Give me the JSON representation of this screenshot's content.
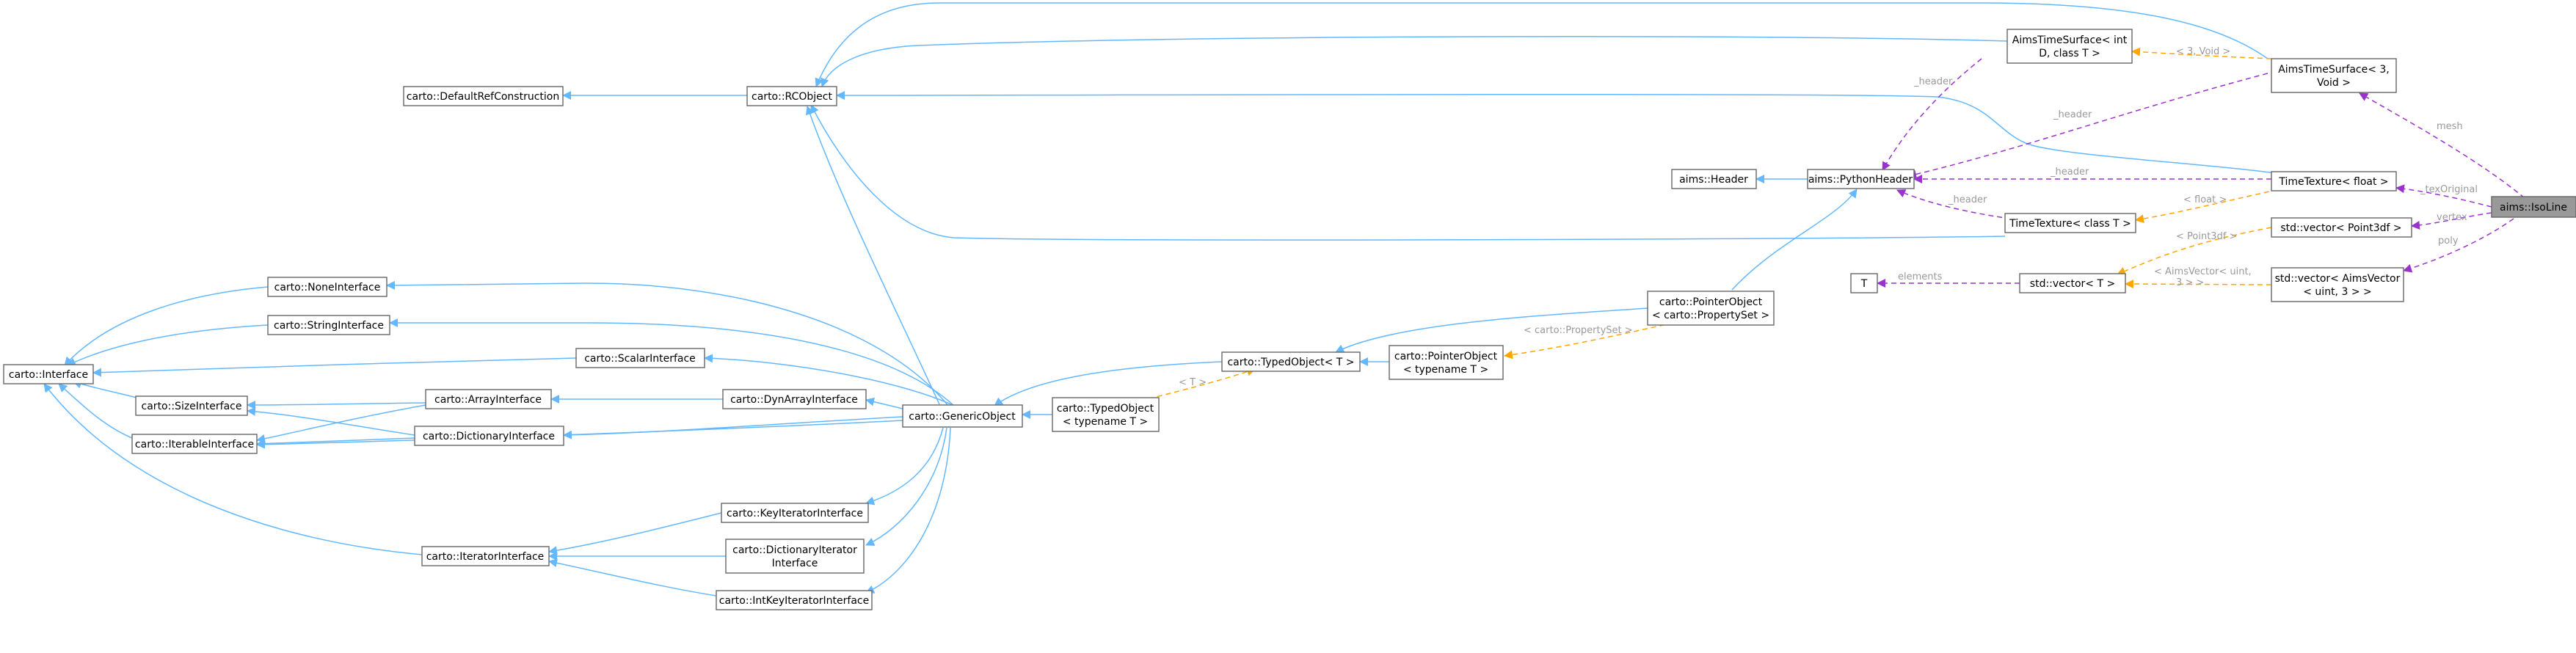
{
  "colors": {
    "inheritance": "#63b8ff",
    "usage": "#9a32cd",
    "template": "#ffa500",
    "edge_label": "#9a9a9a",
    "focus_fill": "#999999"
  },
  "nodes": {
    "default_ref_construction": [
      "carto::DefaultRefConstruction"
    ],
    "rcobject": [
      "carto::RCObject"
    ],
    "aims_time_surface_int": [
      "AimsTimeSurface< int",
      "D, class T >"
    ],
    "aims_time_surface_3": [
      "AimsTimeSurface< 3,",
      "Void >"
    ],
    "aims_header": [
      "aims::Header"
    ],
    "python_header": [
      "aims::PythonHeader"
    ],
    "time_texture_float": [
      "TimeTexture< float >"
    ],
    "time_texture_t": [
      "TimeTexture< class T >"
    ],
    "isoline": [
      "aims::IsoLine"
    ],
    "vector_point3df": [
      "std::vector< Point3df >"
    ],
    "t": [
      "T"
    ],
    "vector_t": [
      "std::vector< T >"
    ],
    "vector_aimsvector": [
      "std::vector< AimsVector",
      "< uint, 3 > >"
    ],
    "pointer_object_ps": [
      "carto::PointerObject",
      "< carto::PropertySet >"
    ],
    "none_interface": [
      "carto::NoneInterface"
    ],
    "string_interface": [
      "carto::StringInterface"
    ],
    "interface": [
      "carto::Interface"
    ],
    "scalar_interface": [
      "carto::ScalarInterface"
    ],
    "typed_object_t": [
      "carto::TypedObject< T >"
    ],
    "pointer_object_t": [
      "carto::PointerObject",
      "< typename T >"
    ],
    "size_interface": [
      "carto::SizeInterface"
    ],
    "array_interface": [
      "carto::ArrayInterface"
    ],
    "dyn_array_interface": [
      "carto::DynArrayInterface"
    ],
    "generic_object": [
      "carto::GenericObject"
    ],
    "typed_object_typename": [
      "carto::TypedObject",
      "< typename T >"
    ],
    "iterable_interface": [
      "carto::IterableInterface"
    ],
    "dictionary_interface": [
      "carto::DictionaryInterface"
    ],
    "key_iterator_interface": [
      "carto::KeyIteratorInterface"
    ],
    "iterator_interface": [
      "carto::IteratorInterface"
    ],
    "dictionary_iterator_interface": [
      "carto::DictionaryIterator",
      "Interface"
    ],
    "int_key_iterator_interface": [
      "carto::IntKeyIteratorInterface"
    ]
  },
  "edge_labels": {
    "mesh": "mesh",
    "tex_original": "_texOriginal",
    "vertex": "vertex",
    "poly": "poly",
    "header_1": "_header",
    "header_2": "_header",
    "header_3": "_header",
    "header_4": "_header",
    "elements": "elements",
    "tmpl_3_void": "< 3, Void >",
    "tmpl_float": "< float >",
    "tmpl_point3df": "< Point3df >",
    "tmpl_aimsvector": [
      "< AimsVector< uint,",
      "3 > >"
    ],
    "tmpl_property_set": "< carto::PropertySet >",
    "tmpl_t": "< T >"
  }
}
